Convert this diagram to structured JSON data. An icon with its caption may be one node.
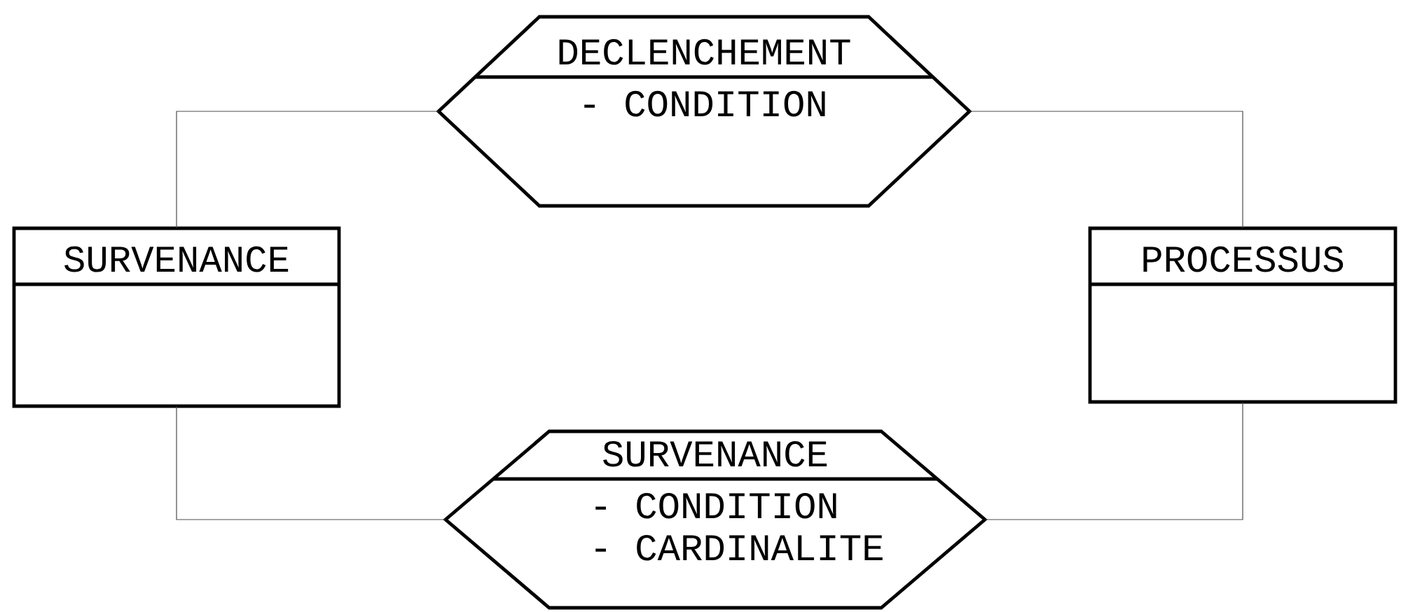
{
  "diagram": {
    "nodes": [
      {
        "text": [
          "DECLENCHEMENT",
          "- CONDITION"
        ]
      },
      {
        "text": [
          "SURVENANCE"
        ]
      },
      {
        "text": [
          "PROCESSUS"
        ]
      },
      {
        "text": [
          "SURVENANCE",
          "- CONDITION",
          "- CARDINALITE"
        ]
      }
    ],
    "edges": [
      {
        "from": 1,
        "to": 0,
        "arrow": "none"
      },
      {
        "from": 0,
        "to": 2,
        "arrow": "none"
      },
      {
        "from": 1,
        "to": 3,
        "arrow": "none"
      },
      {
        "from": 3,
        "to": 2,
        "arrow": "none"
      }
    ]
  }
}
